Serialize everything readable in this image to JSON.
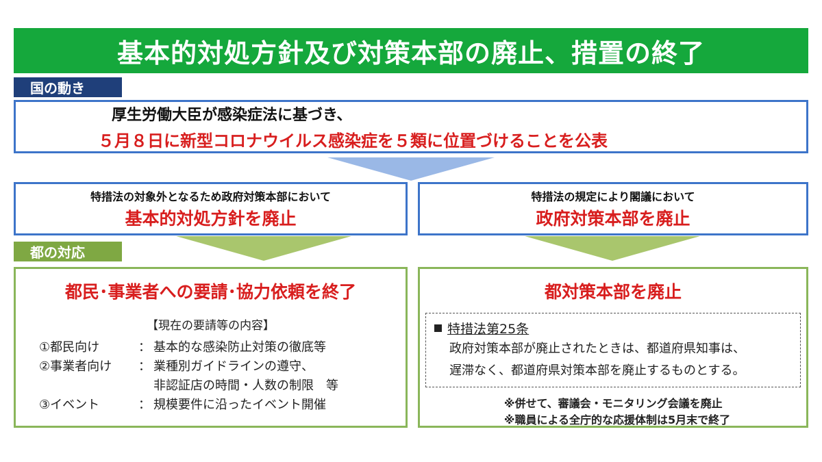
{
  "title": "基本的対処方針及び対策本部の廃止、措置の終了",
  "national": {
    "tab_label": "国の動き",
    "line1": "厚生労働大臣が感染症法に基づき、",
    "line2": "５月８日に新型コロナウイルス感染症を５類に位置づけることを公表",
    "left": {
      "small": "特措法の対象外となるため政府対策本部において",
      "big": "基本的対処方針を廃止"
    },
    "right": {
      "small": "特措法の規定により閣議において",
      "big": "政府対策本部を廃止"
    }
  },
  "metro": {
    "tab_label": "都の対応",
    "left": {
      "title": "都民･事業者への要請･協力依頼を終了",
      "heading": "【現在の要請等の内容】",
      "items": [
        {
          "label": "①都民向け",
          "colon": "：",
          "value": "基本的な感染防止対策の徹底等"
        },
        {
          "label": "②事業者向け",
          "colon": "：",
          "value": "業種別ガイドラインの遵守、"
        },
        {
          "label": "",
          "colon": "",
          "value": "非認証店の時間・人数の制限　等"
        },
        {
          "label": "③イベント",
          "colon": "：",
          "value": "規模要件に沿ったイベント開催"
        }
      ]
    },
    "right": {
      "title": "都対策本部を廃止",
      "law_name": "特措法第25条",
      "law_line1": "政府対策本部が廃止されたときは、都道府県知事は、",
      "law_line2": "遅滞なく、都道府県対策本部を廃止するものとする。",
      "note1": "※併せて、審議会・モニタリング会議を廃止",
      "note2": "※職員による全庁的な応援体制は5月末で終了"
    }
  }
}
